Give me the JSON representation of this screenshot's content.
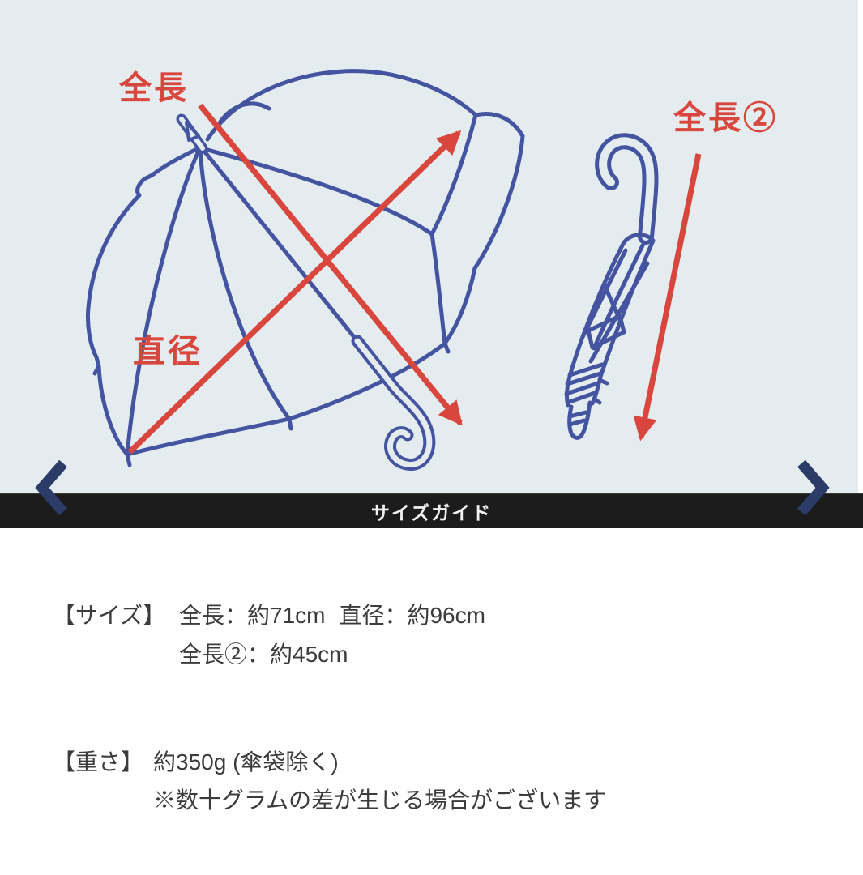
{
  "diagram": {
    "labels": {
      "total_length": "全長",
      "diameter": "直径",
      "total_length_2": "全長②"
    },
    "colors": {
      "background": "#e4ecef",
      "umbrella_line": "#4454a0",
      "arrow_red": "#d9463e",
      "chevron_navy": "#2c3c68",
      "caption_bar": "#1c1c1c"
    }
  },
  "carousel": {
    "caption": "サイズガイド",
    "prev_icon": "chevron-left",
    "next_icon": "chevron-right"
  },
  "details": {
    "size": {
      "label": "【サイズ】",
      "line1": [
        "全長：約71cm",
        "直径：約96cm"
      ],
      "line2": "全長②：約45cm"
    },
    "weight": {
      "label": "【重さ】",
      "line1": "約350g (傘袋除く)",
      "line2": "※数十グラムの差が生じる場合がございます"
    }
  }
}
